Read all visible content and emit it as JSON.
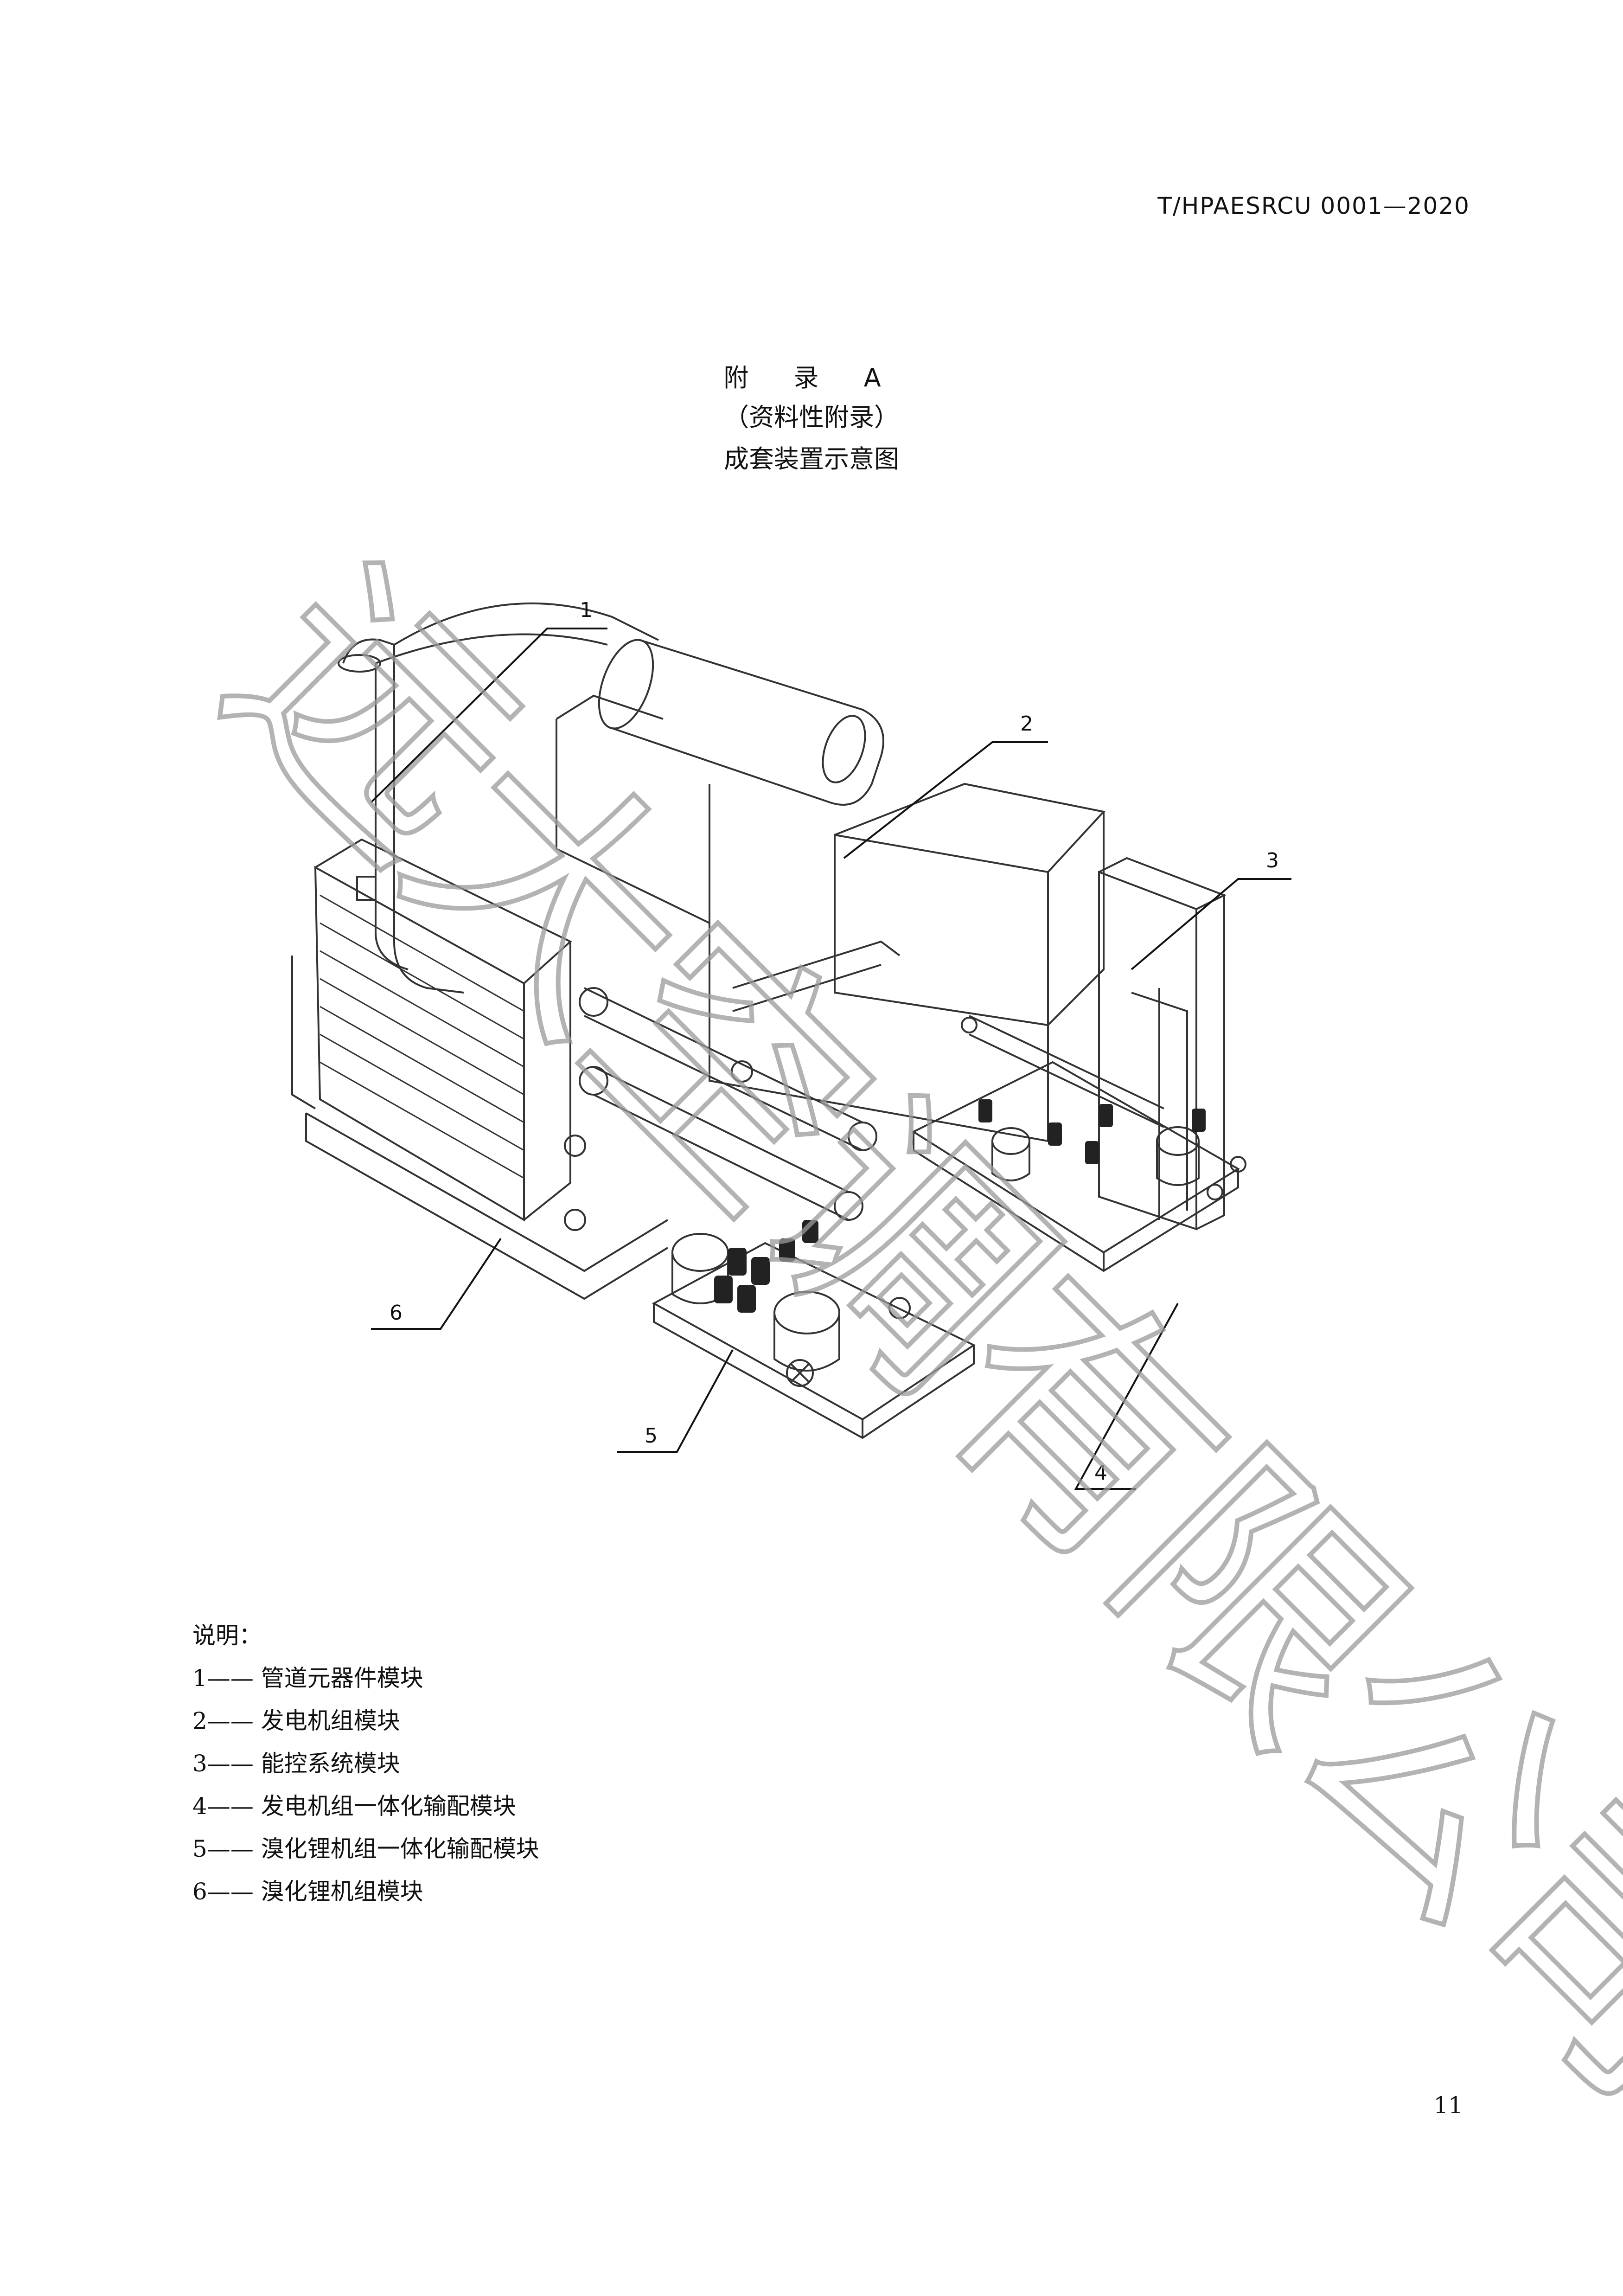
{
  "header": {
    "standard_code": "T/HPAESRCU 0001—2020"
  },
  "appendix": {
    "title": "附 录 A",
    "subtitle": "（资料性附录）",
    "caption": "成套装置示意图"
  },
  "figure": {
    "callouts": [
      "1",
      "2",
      "3",
      "4",
      "5",
      "6"
    ]
  },
  "legend": {
    "title": "说明：",
    "items": [
      {
        "num": "1",
        "text": "管道元器件模块"
      },
      {
        "num": "2",
        "text": "发电机组模块"
      },
      {
        "num": "3",
        "text": "能控系统模块"
      },
      {
        "num": "4",
        "text": "发电机组一体化输配模块"
      },
      {
        "num": "5",
        "text": "溴化锂机组一体化输配模块"
      },
      {
        "num": "6",
        "text": "溴化锂机组模块"
      }
    ],
    "dash": "——"
  },
  "watermark": {
    "text": "远大空调有限公司"
  },
  "footer": {
    "page_number": "11"
  }
}
